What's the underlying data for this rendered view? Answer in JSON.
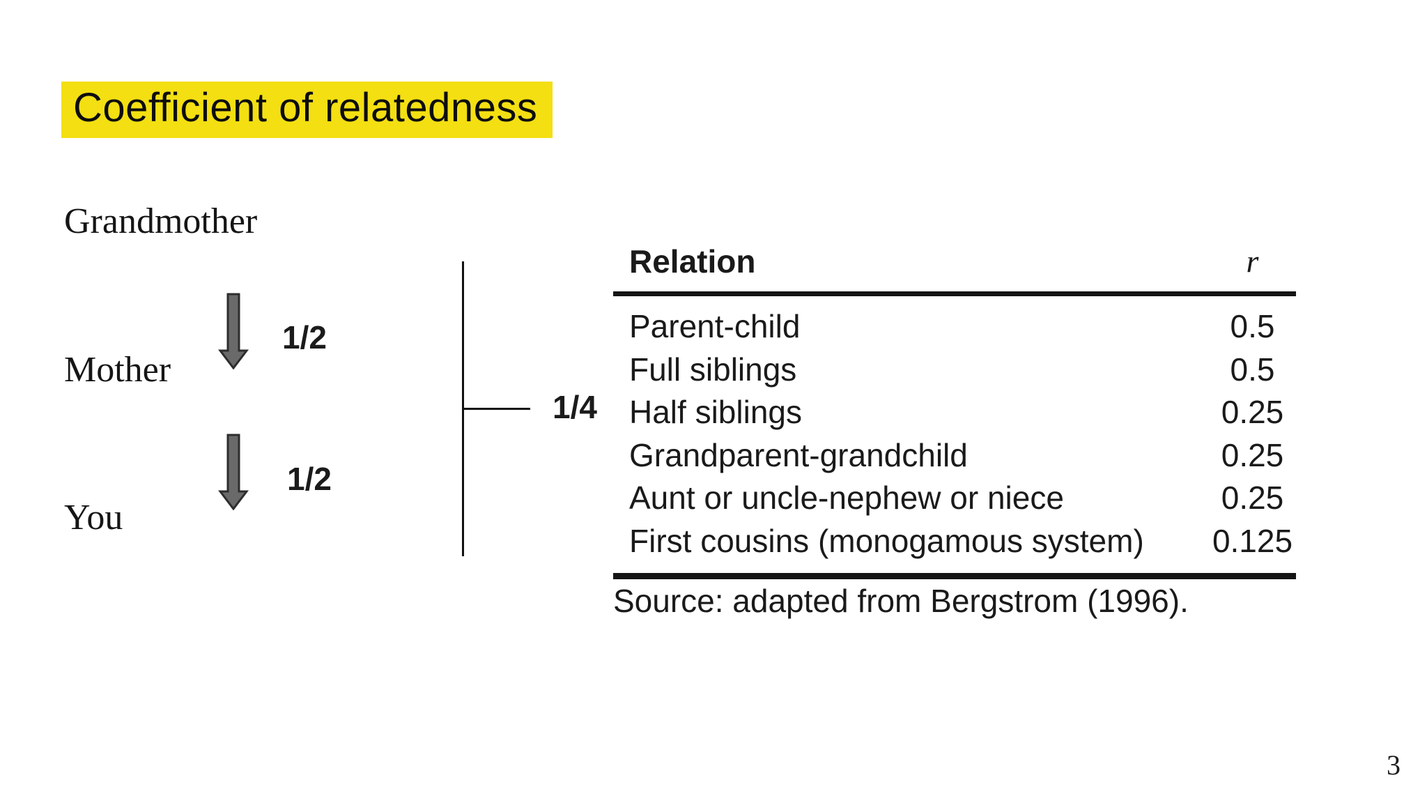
{
  "slide": {
    "title": "Coefficient of relatedness",
    "page_number": "3"
  },
  "pedigree": {
    "grandmother": "Grandmother",
    "mother": "Mother",
    "you": "You",
    "gm_to_mother_label": "1/2",
    "mother_to_you_label": "1/2",
    "gm_to_you_label": "1/4"
  },
  "table": {
    "header": {
      "relation": "Relation",
      "r": "r"
    },
    "rows": [
      {
        "relation": "Parent-child",
        "r": "0.5"
      },
      {
        "relation": "Full siblings",
        "r": "0.5"
      },
      {
        "relation": "Half siblings",
        "r": "0.25"
      },
      {
        "relation": "Grandparent-grandchild",
        "r": "0.25"
      },
      {
        "relation": "Aunt or uncle-nephew or niece",
        "r": "0.25"
      },
      {
        "relation": "First cousins (monogamous system)",
        "r": "0.125"
      }
    ],
    "source": "Source: adapted from Bergstrom (1996)."
  },
  "colors": {
    "title_highlight": "#F3DF12",
    "arrow_fill": "#6A6A6A",
    "arrow_outline": "#2D2D2D",
    "line_color": "#121212"
  }
}
